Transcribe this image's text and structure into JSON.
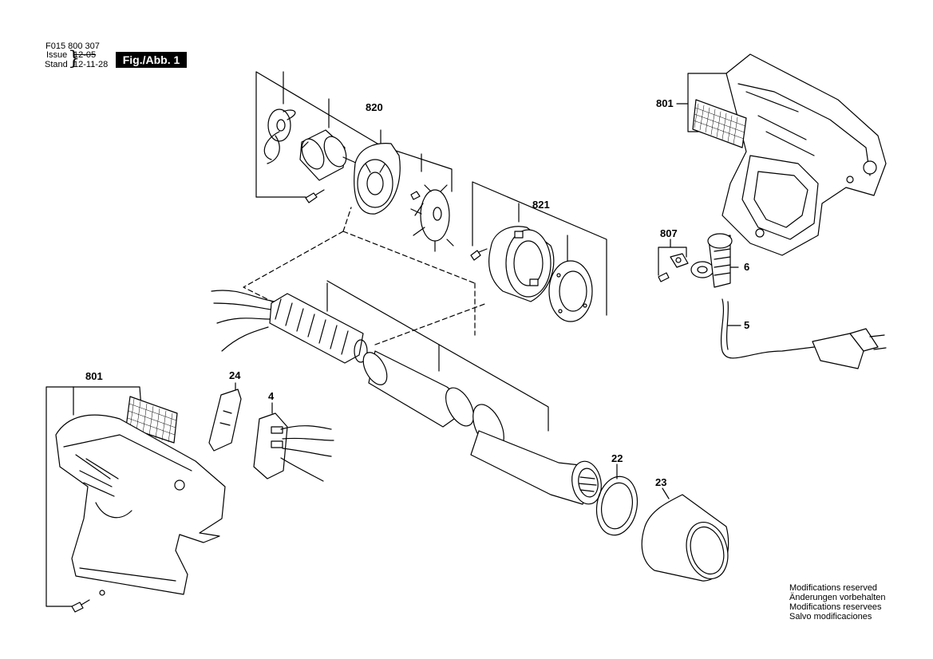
{
  "header": {
    "doc_id": "F015 800 307",
    "issue_label": "Issue",
    "issue_value": "12-05",
    "stand_label": "Stand",
    "stand_value": "12-11-28",
    "figure_label": "Fig./Abb. 1"
  },
  "callouts": {
    "p820": "820",
    "p821": "821",
    "p801_top": "801",
    "p807": "807",
    "p6": "6",
    "p5": "5",
    "p801_left": "801",
    "p24": "24",
    "p4": "4",
    "p22": "22",
    "p23": "23"
  },
  "footer": {
    "lines": [
      "Modifications reserved",
      "Änderungen vorbehalten",
      "Modifications reservees",
      "Salvo modificaciones"
    ]
  }
}
